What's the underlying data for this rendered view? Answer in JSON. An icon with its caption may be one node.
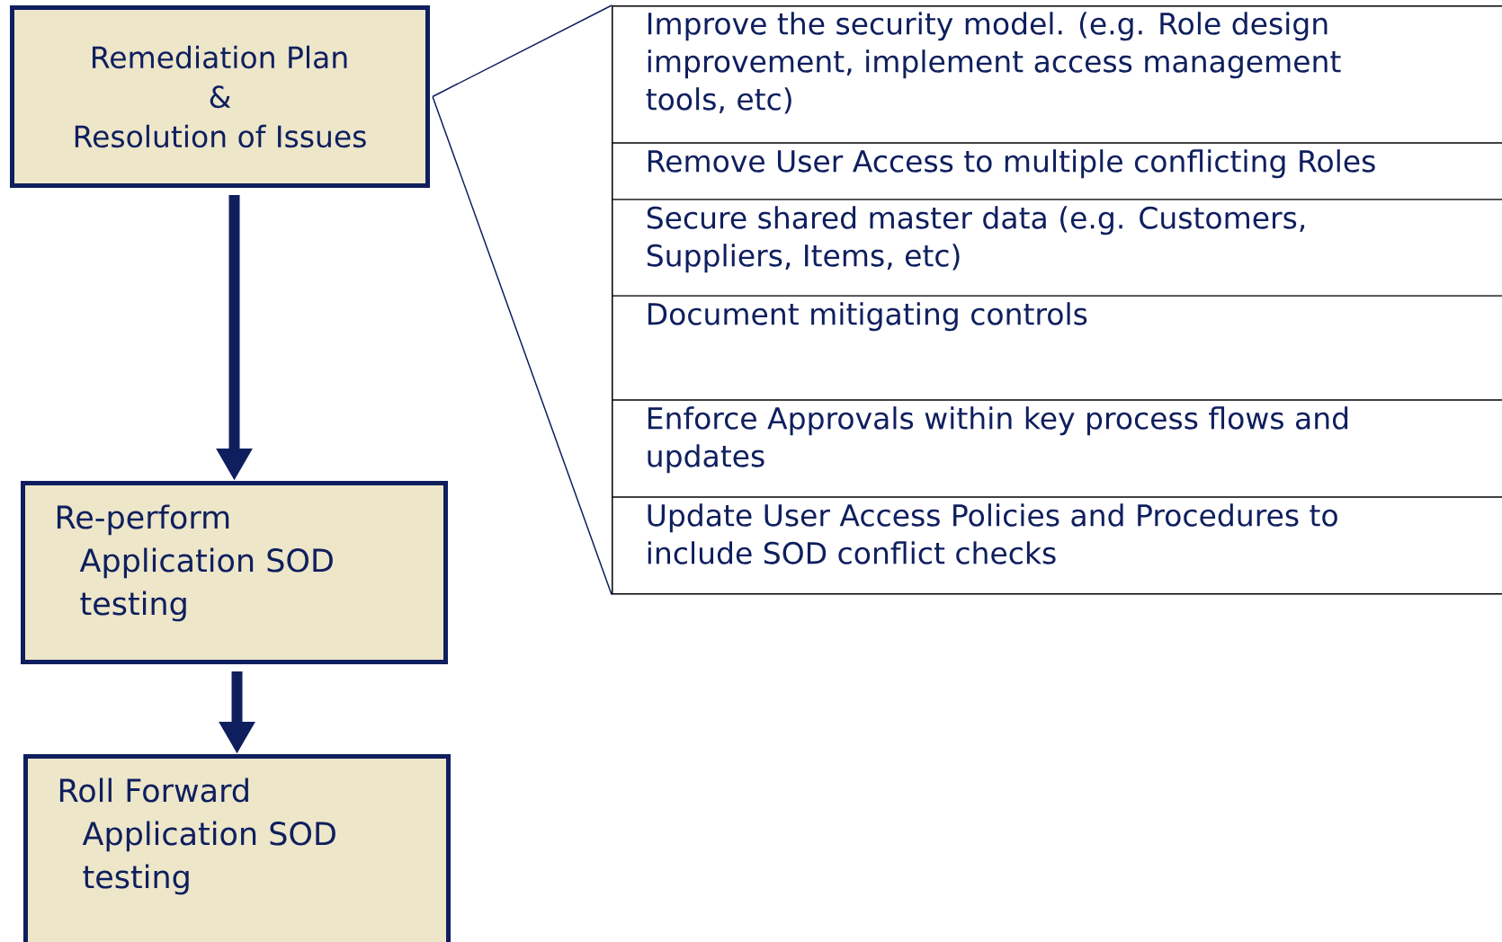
{
  "diagram": {
    "nodes": [
      {
        "text": [
          "Remediation Plan & Resolution of Issues"
        ]
      },
      {
        "text": [
          "Re-perform Application SOD testing"
        ]
      },
      {
        "text": [
          "Roll Forward Application SOD testing"
        ]
      },
      {
        "text": [],
        "shape": "box"
      },
      {
        "text": [
          "Improve the security model. (e.g. Role design improvement, implement access management tools, etc)"
        ],
        "in": 3
      },
      {
        "text": [
          "Remove User Access to multiple conflicting Roles"
        ],
        "in": 3
      },
      {
        "text": [
          "Secure shared master data (e.g. Customers, Suppliers, Items, etc)"
        ],
        "in": 3
      },
      {
        "text": [
          "Document mitigating controls"
        ],
        "in": 3
      },
      {
        "text": [
          "Enforce Approvals within key process flows and updates"
        ],
        "in": 3
      },
      {
        "text": [
          "Update User Access Policies and Procedures to include SOD conflict checks"
        ],
        "in": 3
      }
    ],
    "edges": [
      {
        "from": 0,
        "to": 1,
        "arrow": "to"
      },
      {
        "from": 1,
        "to": 2,
        "arrow": "to"
      },
      {
        "from": 0,
        "to": 3,
        "arrow": "none"
      }
    ]
  }
}
